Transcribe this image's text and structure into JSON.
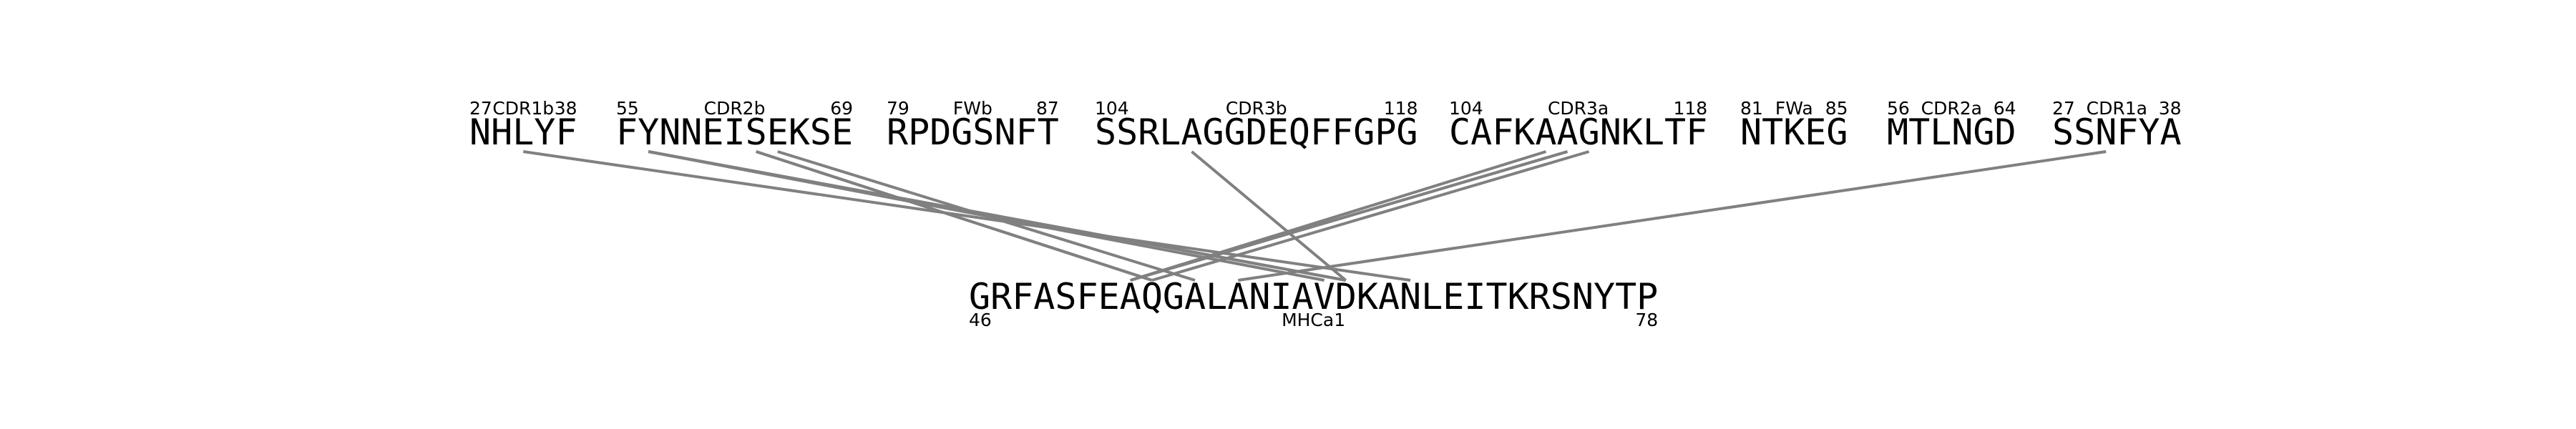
{
  "segments": [
    {
      "id": "cdr1b",
      "sequence": "NHLYF",
      "region": "CDR1b",
      "start": "27",
      "end": "38"
    },
    {
      "id": "cdr2b",
      "sequence": "FYNNEISEKSE",
      "region": "CDR2b",
      "start": "55",
      "end": "69"
    },
    {
      "id": "fwb",
      "sequence": "RPDGSNFT",
      "region": "FWb",
      "start": "79",
      "end": "87"
    },
    {
      "id": "cdr3b",
      "sequence": "SSRLAGGDEQFFGPG",
      "region": "CDR3b",
      "start": "104",
      "end": "118"
    },
    {
      "id": "cdr3a",
      "sequence": "CAFKAAGNKLTF",
      "region": "CDR3a",
      "start": "104",
      "end": "118"
    },
    {
      "id": "fwa",
      "sequence": "NTKEG",
      "region": "FWa",
      "start": "81",
      "end": "85"
    },
    {
      "id": "cdr2a",
      "sequence": "MTLNGD",
      "region": "CDR2a",
      "start": "56",
      "end": "64"
    },
    {
      "id": "cdr1a",
      "sequence": "SSNFYA",
      "region": "CDR1a",
      "start": "27",
      "end": "38"
    }
  ],
  "target": {
    "sequence": "GRFASFEAQGALANIAVDKANLEITKRSNYTP",
    "region": "MHCa1",
    "start": "46",
    "end": "78"
  },
  "contacts": [
    {
      "segment": "cdr1b",
      "segment_residue_index": 2,
      "target_residue_index": 20
    },
    {
      "segment": "cdr2b",
      "segment_residue_index": 1,
      "target_residue_index": 17
    },
    {
      "segment": "cdr2b",
      "segment_residue_index": 1,
      "target_residue_index": 17
    },
    {
      "segment": "cdr2b",
      "segment_residue_index": 1,
      "target_residue_index": 16
    },
    {
      "segment": "cdr2b",
      "segment_residue_index": 6,
      "target_residue_index": 8
    },
    {
      "segment": "cdr2b",
      "segment_residue_index": 6,
      "target_residue_index": 8
    },
    {
      "segment": "cdr2b",
      "segment_residue_index": 7,
      "target_residue_index": 10
    },
    {
      "segment": "cdr3b",
      "segment_residue_index": 4,
      "target_residue_index": 17
    },
    {
      "segment": "cdr3a",
      "segment_residue_index": 4,
      "target_residue_index": 7
    },
    {
      "segment": "cdr3a",
      "segment_residue_index": 5,
      "target_residue_index": 7
    },
    {
      "segment": "cdr3a",
      "segment_residue_index": 5,
      "target_residue_index": 7
    },
    {
      "segment": "cdr3a",
      "segment_residue_index": 6,
      "target_residue_index": 8
    },
    {
      "segment": "cdr1a",
      "segment_residue_index": 2,
      "target_residue_index": 12
    }
  ],
  "colors": {
    "line": "#808080",
    "text": "#000000",
    "background": "#ffffff"
  }
}
